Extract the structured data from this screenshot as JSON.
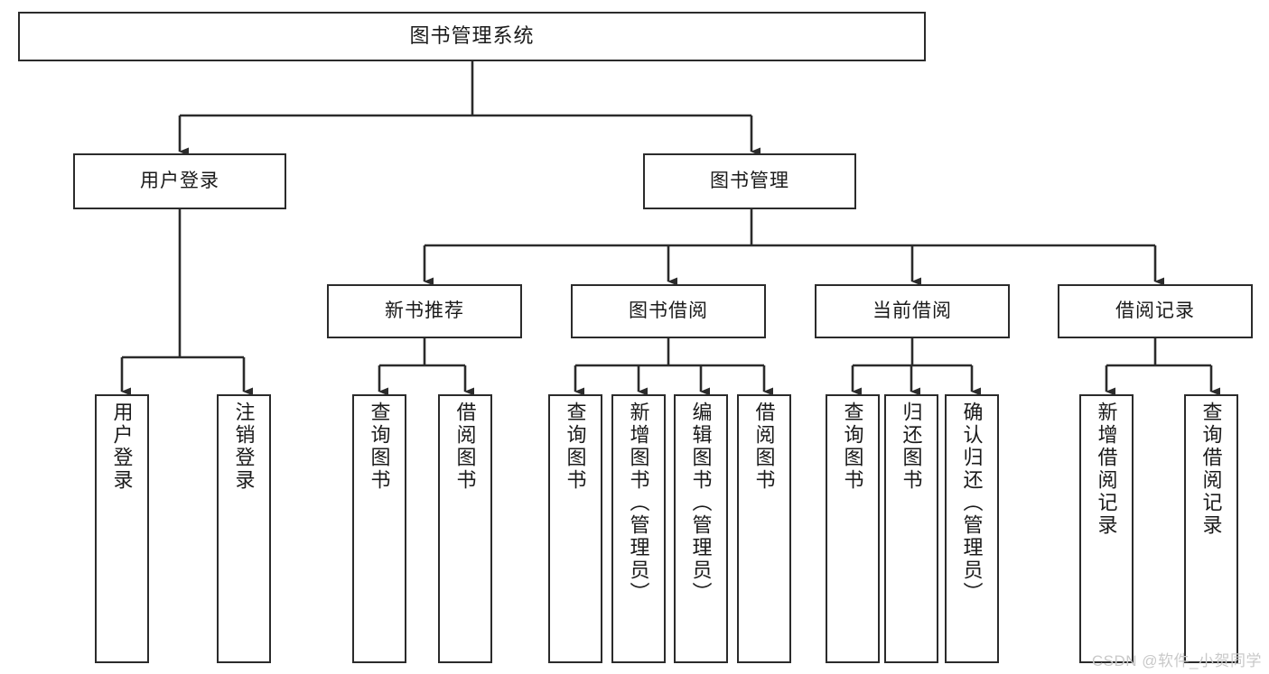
{
  "diagram": {
    "type": "tree-hierarchy",
    "title": "图书管理系统",
    "watermark": "CSDN @软件_小贺同学",
    "colors": {
      "box_border": "#2b2b2b",
      "box_fill": "#ffffff",
      "connector": "#2b2b2b",
      "text": "#1a1a1a",
      "watermark": "#c9c9c9",
      "background": "#ffffff"
    },
    "levels": {
      "root": {
        "label": "图书管理系统"
      },
      "level2": [
        {
          "label": "用户登录"
        },
        {
          "label": "图书管理"
        }
      ],
      "level3": [
        {
          "label": "新书推荐"
        },
        {
          "label": "图书借阅"
        },
        {
          "label": "当前借阅"
        },
        {
          "label": "借阅记录"
        }
      ],
      "leaves_user_login": [
        {
          "label": "用户登录"
        },
        {
          "label": "注销登录"
        }
      ],
      "leaves_new_book": [
        {
          "label": "查询图书"
        },
        {
          "label": "借阅图书"
        }
      ],
      "leaves_borrow": [
        {
          "label": "查询图书"
        },
        {
          "label": "新增图书（管理员）"
        },
        {
          "label": "编辑图书（管理员）"
        },
        {
          "label": "借阅图书"
        }
      ],
      "leaves_current": [
        {
          "label": "查询图书"
        },
        {
          "label": "归还图书"
        },
        {
          "label": "确认归还（管理员）"
        }
      ],
      "leaves_records": [
        {
          "label": "新增借阅记录"
        },
        {
          "label": "查询借阅记录"
        }
      ]
    }
  }
}
